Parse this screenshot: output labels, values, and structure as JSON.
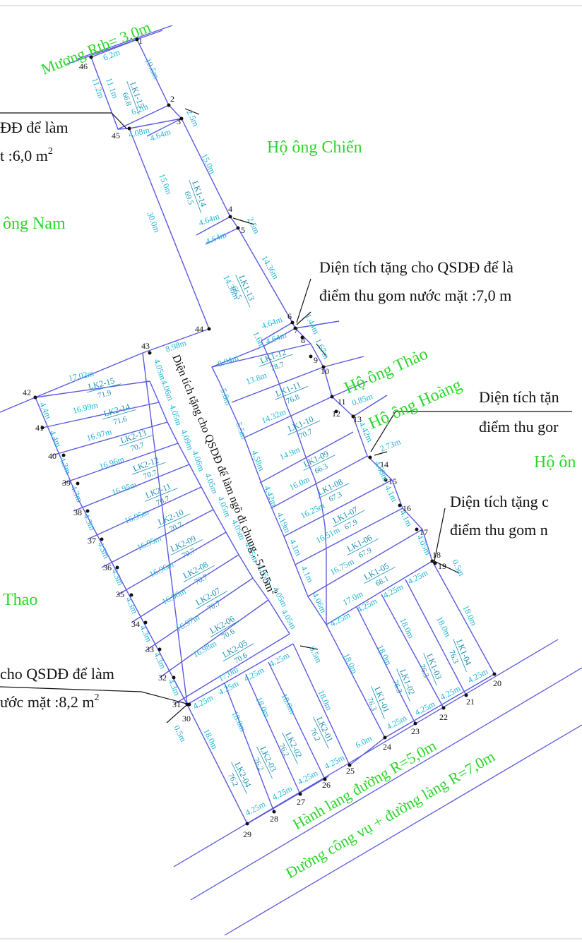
{
  "labels": {
    "canal": "Mương Rtb= 3,0m",
    "owner_chien": "Hộ ông Chiến",
    "owner_nam": "ông Nam",
    "owner_thao_right": "Hộ ông Thảo",
    "owner_hoang": "Hộ ông Hoàng",
    "owner_on_right": "Hộ ôn",
    "owner_thao_left": "Thao",
    "road_corridor": "Hành lang đường R=5,0m",
    "road_village": "Đường công vụ + đường làng R=7,0m",
    "center_alley": "Diện tích tặng cho QSDĐ để làm ngõ đi chung : 515,5m",
    "center_alley_sup": "2"
  },
  "notes": {
    "left_top_line1": "ĐĐ để làm",
    "left_top_line2": "t :6,0 m",
    "left_bottom_line1": "cho QSDĐ để làm",
    "left_bottom_line2": "ước mặt :8,2 m",
    "right_1_line1": "Diện tích tặng cho QSDĐ để là",
    "right_1_line2": "điểm thu gom nước mặt :7,0 m",
    "right_2_line1": "Diện tích tặn",
    "right_2_line2": "điểm thu gor",
    "right_3_line1": "Diện tích tặng c",
    "right_3_line2": "điểm thu gom n",
    "sup2": "2"
  },
  "points": [
    "1",
    "2",
    "3",
    "4",
    "5",
    "6",
    "7",
    "8",
    "9",
    "10",
    "11",
    "12",
    "13",
    "14",
    "15",
    "16",
    "17",
    "18",
    "19",
    "20",
    "21",
    "22",
    "23",
    "24",
    "25",
    "26",
    "27",
    "28",
    "29",
    "30",
    "31",
    "32",
    "33",
    "34",
    "35",
    "36",
    "37",
    "38",
    "39",
    "40",
    "41",
    "42",
    "43",
    "44",
    "45",
    "46"
  ],
  "lots": [
    {
      "code": "LK1-15",
      "area": "66.8"
    },
    {
      "code": "LK1-14",
      "area": "69.5"
    },
    {
      "code": "LK1-13",
      "area": "66.5"
    },
    {
      "code": "LK1-12",
      "area": "78.7"
    },
    {
      "code": "LK1-11",
      "area": "76.8"
    },
    {
      "code": "LK1-10",
      "area": "70.7"
    },
    {
      "code": "LK1-09",
      "area": "66.3"
    },
    {
      "code": "LK1-08",
      "area": "67.3"
    },
    {
      "code": "LK1-07",
      "area": "67.9"
    },
    {
      "code": "LK1-06",
      "area": "67.9"
    },
    {
      "code": "LK1-05",
      "area": "68.1"
    },
    {
      "code": "LK1-04",
      "area": "76.3"
    },
    {
      "code": "LK1-03",
      "area": "76.3"
    },
    {
      "code": "LK1-02",
      "area": "76.3"
    },
    {
      "code": "LK1-01",
      "area": "76.3"
    },
    {
      "code": "LK2-15",
      "area": "71.9"
    },
    {
      "code": "LK2-14",
      "area": "71.6"
    },
    {
      "code": "LK2-13",
      "area": "70.7"
    },
    {
      "code": "LK2-12",
      "area": "70.7"
    },
    {
      "code": "LK2-11",
      "area": "70.7"
    },
    {
      "code": "LK2-10",
      "area": "70.7"
    },
    {
      "code": "LK2-09",
      "area": "70.7"
    },
    {
      "code": "LK2-08",
      "area": "70.7"
    },
    {
      "code": "LK2-07",
      "area": "70.7"
    },
    {
      "code": "LK2-06",
      "area": "70.6"
    },
    {
      "code": "LK2-05",
      "area": "70.6"
    },
    {
      "code": "LK2-01",
      "area": "76.2"
    },
    {
      "code": "LK2-02",
      "area": "76.2"
    },
    {
      "code": "LK2-03",
      "area": "76.2"
    },
    {
      "code": "LK2-04",
      "area": "76.2"
    }
  ],
  "dims": {
    "d_6_2_top": "6.2m",
    "d_10_5": "10.5m",
    "d_6_2_mid": "6.2m",
    "d_2_5a": "2.5m",
    "d_11_1": "11.1m",
    "d_11_2": "11.2m",
    "d_4_08": "4.08m",
    "d_4_64a": "4.64m",
    "d_15_0a": "15.0m",
    "d_15_0b": "15.0m",
    "d_4_64b": "4.64m",
    "d_2_5b": "2.5m",
    "d_4_64c": "4.64m",
    "d_30_0": "30.0m",
    "d_14_36a": "14.36m",
    "d_14_36b": "14.36m",
    "d_4_64d": "4.64m",
    "d_1_44": "1.44m",
    "d_4_64e": "4.64m",
    "d_1_6": "1.6m",
    "d_1_67": "1.67m",
    "d_8_98": "8.98m",
    "d_8_84": "8.84m",
    "d_17_02": "17.02m",
    "d_13_8": "13.8m",
    "d_14_32": "14.32m",
    "d_14_9": "14.9m",
    "d_16_0a": "16.0m",
    "d_16_25": "16.25m",
    "d_16_51": "16.51m",
    "d_16_75": "16.75m",
    "d_17_0a": "17.0m",
    "d_17_0b": "17.0m",
    "d_16_99": "16.99m",
    "d_16_97a": "16.97m",
    "d_16_96a": "16.96m",
    "d_16_95a": "16.95m",
    "d_16_95b": "16.95m",
    "d_16_95c": "16.95m",
    "d_16_96b": "16.96m",
    "d_16_96c": "16.96m",
    "d_16_97b": "16.97m",
    "d_16_98": "16.98m",
    "d_4_4a": "4.4m",
    "d_4_4b": "4.4m",
    "d_4_3": "4.3m",
    "d_18_0": "18.0m",
    "d_4_25": "4.25m",
    "d_0_5": "0.5m",
    "d_6_0": "6.0m",
    "d_2_73": "2.73m",
    "d_0_85": "0.85m",
    "d_4_05": "4.05m",
    "d_4_1": "4.1m",
    "d_5_5": "5.5m",
    "d_5_8": "5.8m",
    "d_4_58": "4.58m",
    "d_4_42": "4.42m",
    "d_4_19": "4.19m",
    "d_4_08b": "4.08m",
    "d_4_06": "4.06m",
    "d_4_09": "4.09m"
  },
  "colors": {
    "parcel_lines": "#5a5ae0",
    "dimension_text": "#1fb5d6",
    "owner_text": "#2bd62b",
    "note_text": "#111111"
  }
}
